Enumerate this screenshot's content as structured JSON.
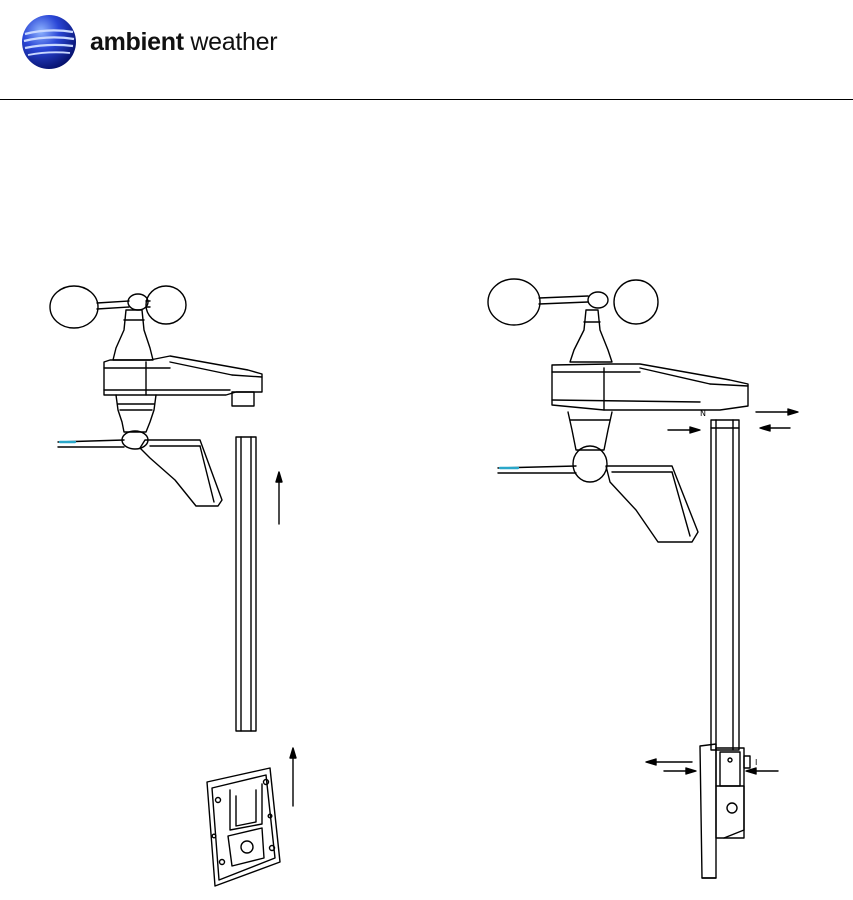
{
  "header": {
    "brand_bold": "ambient",
    "brand_light": "weather",
    "logo_icon": "ambient-weather-globe-icon"
  },
  "figures": {
    "left": {
      "description_icon": "anemometer-disassembled-icon",
      "parts": [
        "wind-cups",
        "wind-vane",
        "mounting-pole",
        "mounting-bracket"
      ]
    },
    "right": {
      "description_icon": "anemometer-assembled-icon",
      "parts": [
        "wind-cups",
        "wind-vane",
        "mounting-pole",
        "mounting-bracket"
      ]
    }
  },
  "colors": {
    "line": "#000000",
    "accent": "#2aa7c9",
    "logo_dark": "#0a1a8c",
    "logo_light": "#5a8cff"
  }
}
